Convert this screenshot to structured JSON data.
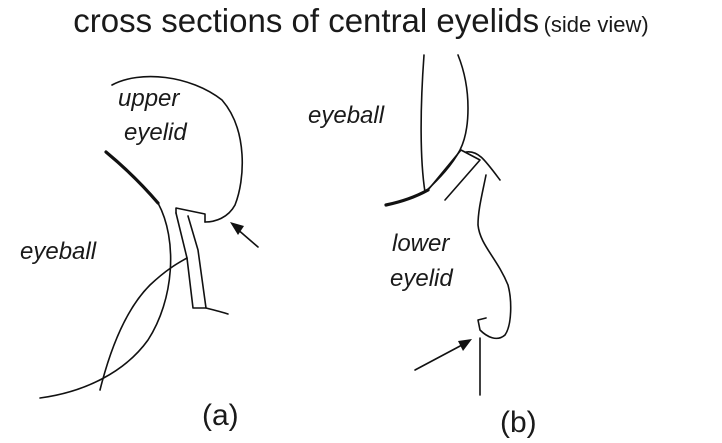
{
  "title": {
    "main": "cross sections of central eyelids",
    "sub": "(side view)"
  },
  "panel_a": {
    "label_upper_line1": "upper",
    "label_upper_line2": "eyelid",
    "label_eyeball": "eyeball",
    "caption": "(a)"
  },
  "panel_b": {
    "label_eyeball": "eyeball",
    "label_lower_line1": "lower",
    "label_lower_line2": "eyelid",
    "caption": "(b)"
  }
}
